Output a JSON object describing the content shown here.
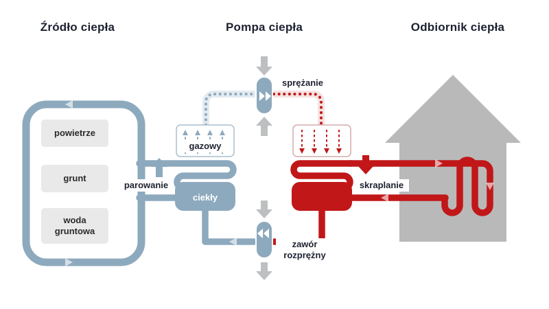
{
  "headers": {
    "source": "Źródło ciepła",
    "pump": "Pompa ciepła",
    "receiver": "Odbiornik ciepła"
  },
  "source": {
    "items": [
      {
        "label": "powietrze"
      },
      {
        "label": "grunt"
      },
      {
        "label": "woda gruntowa"
      }
    ]
  },
  "cycle": {
    "gas": "gazowy",
    "liquid": "ciekły",
    "evaporation": "parowanie",
    "compression": "sprężanie",
    "condensation": "skraplanie",
    "expansion_valve": "zawór rozprężny"
  },
  "colors": {
    "cold": "#8da9bd",
    "hot": "#c11718",
    "neutral": "#bdbfc1",
    "structure": "#b9b9b9",
    "box": "#e9e9e9",
    "ink": "#1d2130"
  }
}
